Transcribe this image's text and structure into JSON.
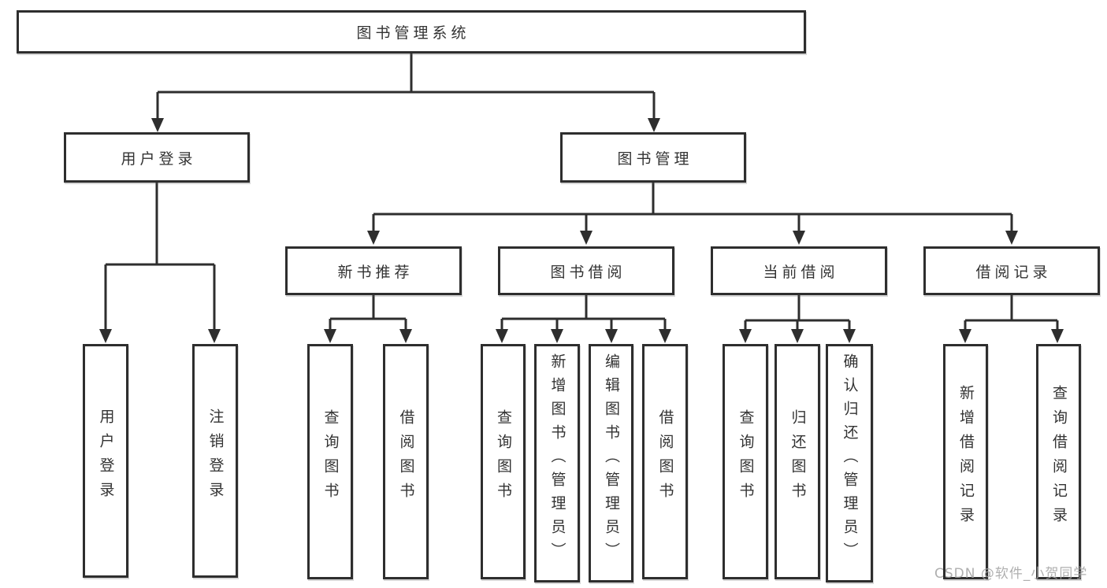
{
  "diagram": {
    "title": "图书管理系统",
    "type": "functional-structure-tree",
    "colors": {
      "line": "#2e2e2e",
      "text": "#333333",
      "box_background": "#ffffff",
      "watermark": "#a4a4a4",
      "background": "#ffffff"
    },
    "nodes": {
      "root": "图书管理系统",
      "userLogin": "用户登录",
      "bookMgmt": "图书管理",
      "newBookRec": "新书推荐",
      "bookBorrow": "图书借阅",
      "currentBorrow": "当前借阅",
      "borrowRecord": "借阅记录",
      "leafUserLogin": "用户登录",
      "leafLogout": "注销登录",
      "leafQueryBooks1": "查询图书",
      "leafBorrowBooks1": "借阅图书",
      "leafQueryBooks2": "查询图书",
      "leafAddBook": "新增图书（管理员）",
      "leafEditBook": "编辑图书（管理员）",
      "leafBorrowBooks2": "借阅图书",
      "leafQueryBooks3": "查询图书",
      "leafReturnBook": "归还图书",
      "leafConfirmReturn": "确认归还（管理员）",
      "leafAddRecord": "新增借阅记录",
      "leafQueryRecord": "查询借阅记录"
    },
    "hierarchy": {
      "图书管理系统": {
        "用户登录": [
          "用户登录",
          "注销登录"
        ],
        "图书管理": {
          "新书推荐": [
            "查询图书",
            "借阅图书"
          ],
          "图书借阅": [
            "查询图书",
            "新增图书（管理员）",
            "编辑图书（管理员）",
            "借阅图书"
          ],
          "当前借阅": [
            "查询图书",
            "归还图书",
            "确认归还（管理员）"
          ],
          "借阅记录": [
            "新增借阅记录",
            "查询借阅记录"
          ]
        }
      }
    },
    "watermark": "CSDN @软件_小贺同学"
  }
}
